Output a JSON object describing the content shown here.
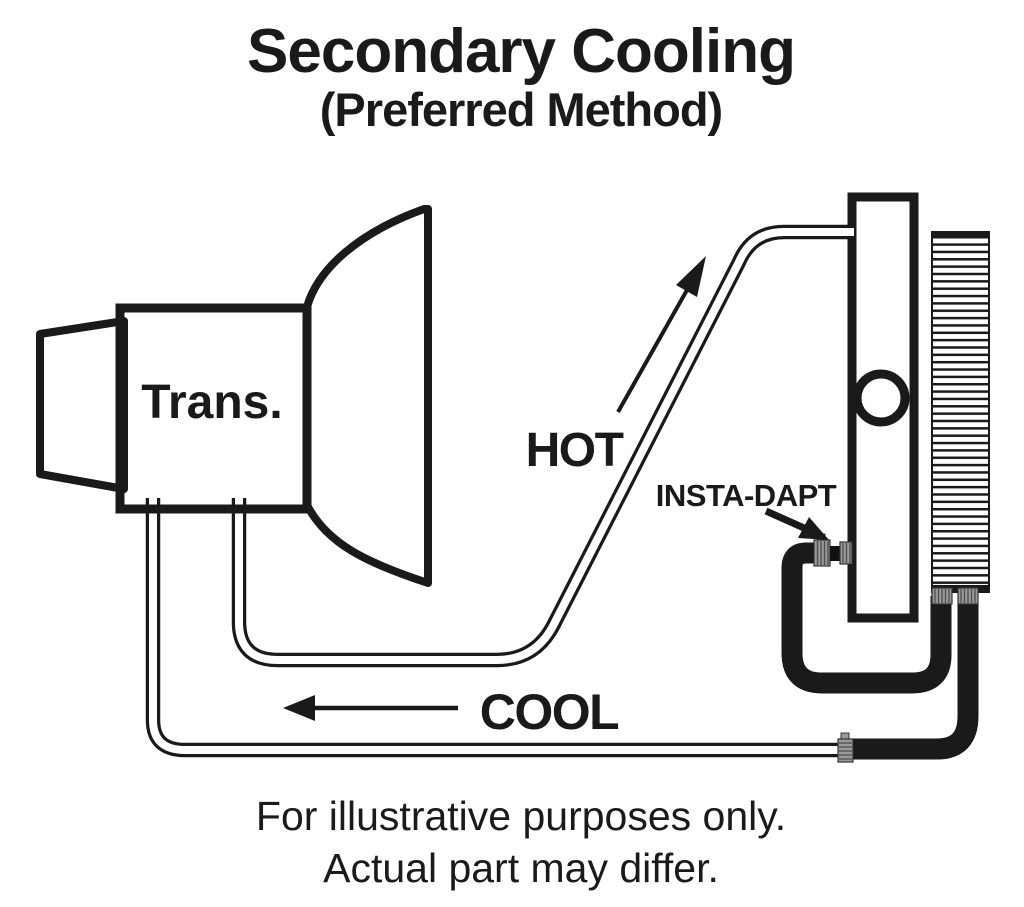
{
  "title": {
    "line1": "Secondary Cooling",
    "line2": "(Preferred Method)"
  },
  "diagram_labels": {
    "transmission": "Trans.",
    "hot_line": "HOT",
    "cool_line": "COOL",
    "adapter_fitting": "INSTA-DAPT"
  },
  "footer": {
    "line1": "For illustrative purposes only.",
    "line2": "Actual part may differ."
  },
  "colors": {
    "line_art": "#1a1a1a",
    "background": "#ffffff",
    "fitting_gray": "#9a9a9a",
    "fitting_rib_dark": "#4d4d4d"
  }
}
